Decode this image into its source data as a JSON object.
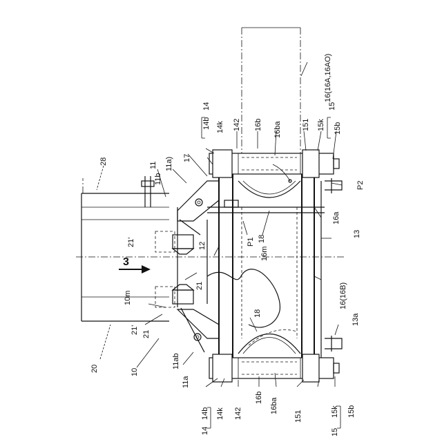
{
  "figure": {
    "section_marker": "3",
    "labels": {
      "l28": "28",
      "l20": "20",
      "l10": "10",
      "l11": "11",
      "l11a_top": "11a)",
      "l11b": "11b",
      "l11a_bottom": "11a",
      "l11ab": "11ab",
      "l21p_top": "21'",
      "l21p_bottom": "21'",
      "l21_top": "21",
      "l21_bottom": "21",
      "l10m": "10m",
      "l12": "12",
      "l16m": "16m",
      "lP1": "P1",
      "l18_top": "18",
      "l18_bottom": "18",
      "l17": "17",
      "l14b_top": "14b",
      "l14_top": "14",
      "l14k_top": "14k",
      "l142_top": "142",
      "l16b_top": "16b",
      "l16ba_top": "16ba",
      "l151_top": "151",
      "l15k_top": "15k",
      "l15_top": "15",
      "l15b_top": "15b",
      "l16_top": "16(16A,16AO)",
      "lP2": "P2",
      "l16a": "16a",
      "l13": "13",
      "l16_mid": "16(16B)",
      "l13a": "13a",
      "l14b_bottom": "14b",
      "l14_bottom": "14",
      "l14k_bottom": "14k",
      "l142_bottom": "142",
      "l16b_bottom": "16b",
      "l16ba_bottom": "16ba",
      "l151_bottom": "151",
      "l15k_bottom": "15k",
      "l15_bottom": "15",
      "l15b_bottom": "15b"
    }
  }
}
